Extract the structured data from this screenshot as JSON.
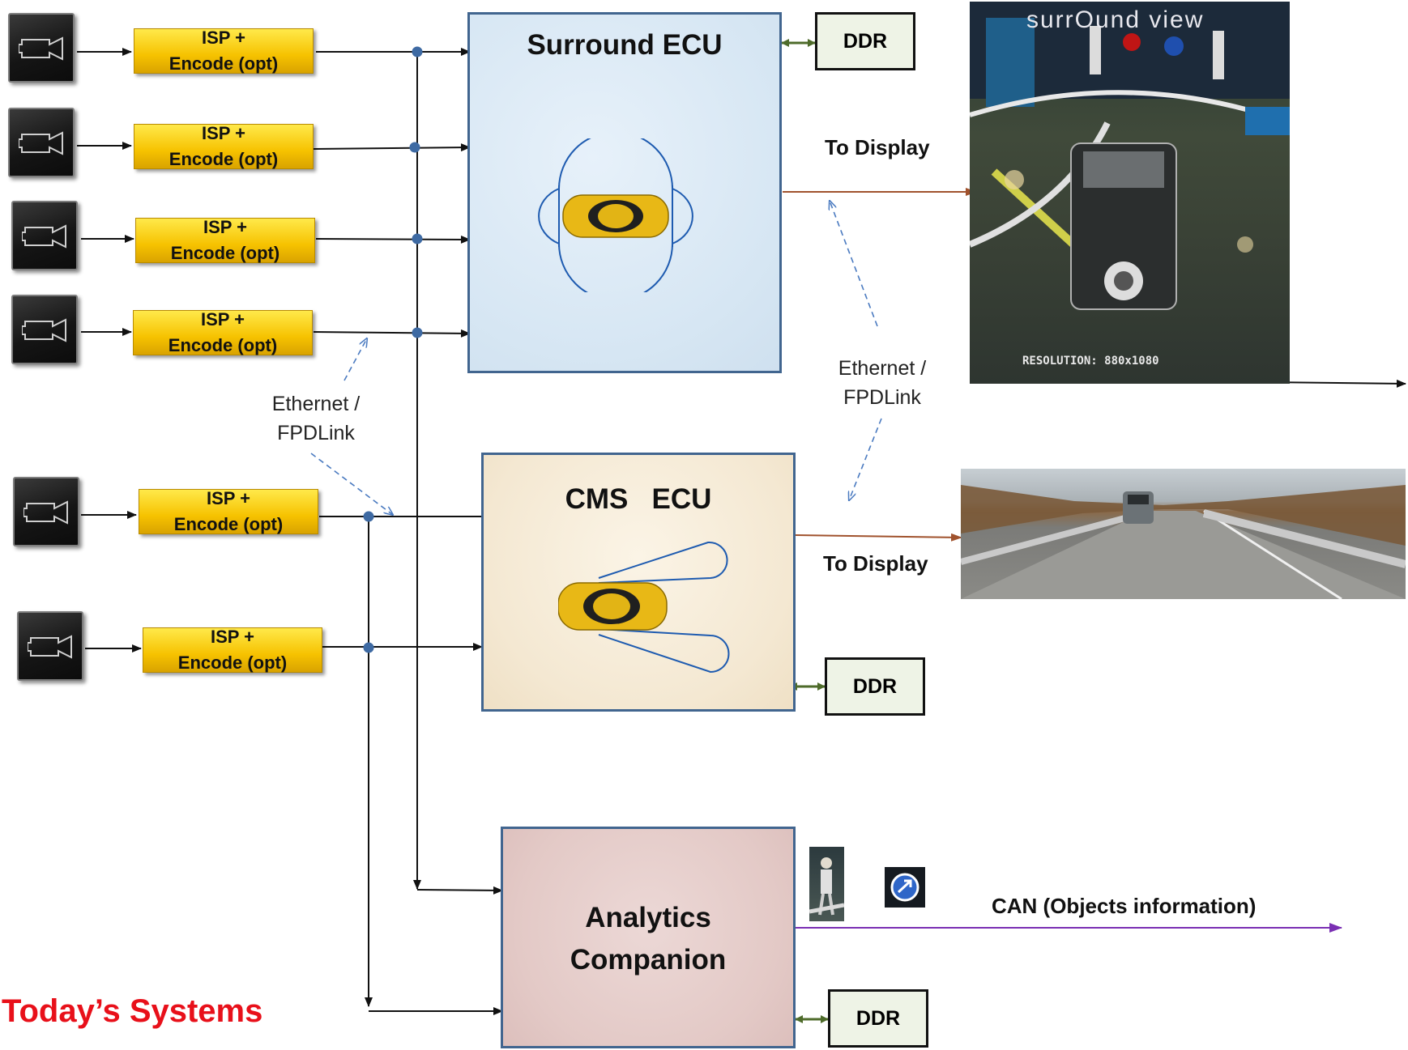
{
  "diagram": {
    "camera_icon": "video-camera-icon",
    "isp_block": {
      "line1": "ISP +",
      "line2": "Encode (opt)"
    },
    "surround_ecu": {
      "title": "Surround ECU"
    },
    "cms_ecu": {
      "title": "CMS   ECU"
    },
    "analytics": {
      "line1": "Analytics",
      "line2": "Companion"
    },
    "ddr_label": "DDR",
    "to_display": "To Display",
    "link_label": {
      "line1": "Ethernet /",
      "line2": "FPDLink"
    },
    "surround_view_logo": "surrOund view",
    "surround_resolution": "RESOLUTION: 880x1080",
    "can_label": "CAN (Objects information)",
    "footer_title": "Today’s Systems",
    "colors": {
      "isp_yellow": "#f6c200",
      "surround_bg": "#dbe9f5",
      "cms_bg": "#f6ecd8",
      "analytics_bg": "#e6cdcc",
      "ecu_border": "#41658f",
      "display_arrow": "#a0522d",
      "can_arrow": "#7a2fb3",
      "ddr_arrow": "#4e6b2a",
      "dashed_link": "#4a7ac0",
      "footer_red": "#e8101a"
    }
  }
}
